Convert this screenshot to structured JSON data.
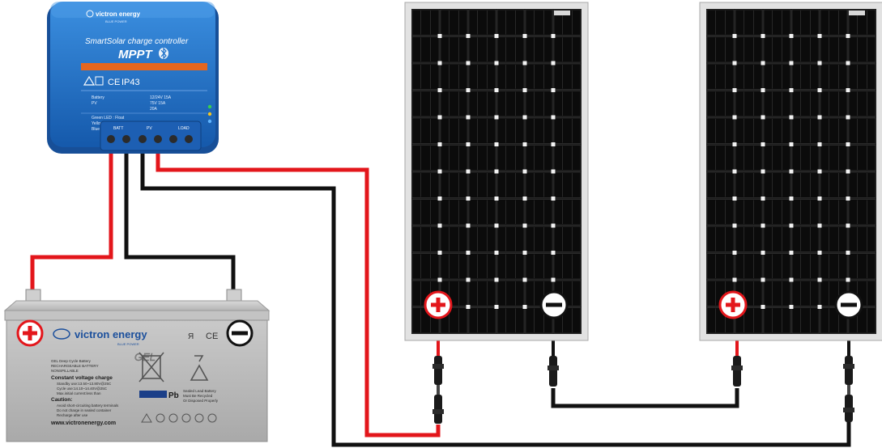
{
  "controller": {
    "brand": "victron energy",
    "brand_sub": "BLUE POWER",
    "title_line": "SmartSolar charge controller",
    "model": "MPPT",
    "bluetooth_icon": "bluetooth-icon",
    "cert": "IP43",
    "spec_battery_label": "Battery",
    "spec_battery_value": "12/24V 15A",
    "spec_pv_label": "PV",
    "spec_pv_value": "75V 15A",
    "spec_load_value": "20A",
    "led_green": "Green LED : Float",
    "led_yellow": "Yellow LED : Absorption",
    "led_blue": "Blue LED : Bulk",
    "terminal_batt": "BATT",
    "terminal_pv": "PV",
    "terminal_load": "LOAD",
    "colors": {
      "body": "#1b6fc8",
      "accent": "#e5661e"
    }
  },
  "battery": {
    "brand": "victron energy",
    "brand_sub": "BLUE POWER",
    "type": "GEL",
    "desc_lines": [
      "GEL Deep Cycle Battery",
      "RECHARGEABLE BATTERY",
      "NONSPILLABLE"
    ],
    "charge_title": "Constant voltage charge",
    "charge_lines": [
      "Standby use:13.50~13.80V@25C",
      "Cycle use:14.10~14.40V@25C",
      "Max.initial current:less than"
    ],
    "caution_title": "Caution:",
    "caution_lines": [
      "Avoid short-circuiting battery terminals",
      "Do not charge in sealed container",
      "Recharge after use"
    ],
    "pb_label": "Pb",
    "recycle_text": [
      "Sealed Lead Battery",
      "Must Be Recycled",
      "Or Disposed Properly"
    ],
    "website": "www.victronenergy.com",
    "cert": "CE",
    "plus_icon": "plus-icon",
    "minus_icon": "minus-icon"
  },
  "panels": [
    {
      "id": "panel-1",
      "plus_icon": "plus-icon",
      "minus_icon": "minus-icon"
    },
    {
      "id": "panel-2",
      "plus_icon": "plus-icon",
      "minus_icon": "minus-icon"
    }
  ],
  "wire_colors": {
    "positive": "#e3161b",
    "negative": "#111111"
  }
}
